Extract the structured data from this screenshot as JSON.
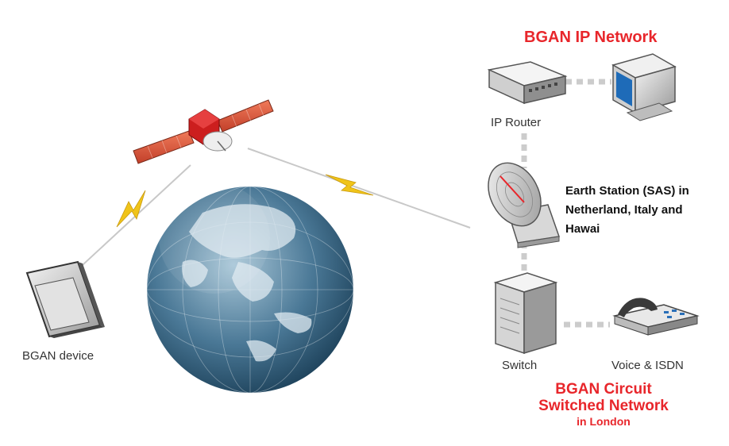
{
  "labels": {
    "ip_network": "BGAN IP Network",
    "ip_router": "IP Router",
    "earth_station_line1": "Earth Station (SAS) in",
    "earth_station_line2": "Netherland, Italy and",
    "earth_station_line3": "Hawai",
    "switch": "Switch",
    "voice_isdn": "Voice & ISDN",
    "circuit_line1": "BGAN Circuit",
    "circuit_line2": "Switched Network",
    "circuit_line3": "in London",
    "bgan_device": "BGAN device"
  },
  "colors": {
    "network_title": "#e8262b",
    "link_line": "#cccccc",
    "signal_bolt": "#f0c419",
    "ocean": "#4a7896",
    "satellite_body": "#cc1e1e",
    "solar_panel": "#e05a3a"
  },
  "icons": [
    "satellite-icon",
    "globe-icon",
    "router-icon",
    "monitor-icon",
    "dish-icon",
    "server-icon",
    "phone-icon",
    "terminal-icon"
  ]
}
